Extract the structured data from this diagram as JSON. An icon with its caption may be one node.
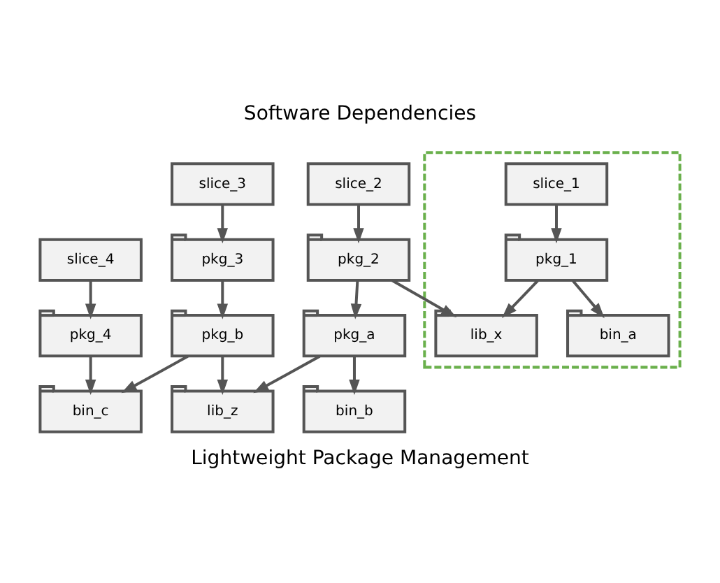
{
  "diagram": {
    "title": "Software Dependencies",
    "caption": "Lightweight Package Management",
    "nodes": [
      {
        "text": [],
        "shape": "box"
      },
      {
        "text": [
          "slice_1"
        ],
        "in": 0
      },
      {
        "text": [
          "slice_2"
        ]
      },
      {
        "text": [
          "slice_3"
        ]
      },
      {
        "text": [
          "slice_4"
        ]
      },
      {
        "text": [
          "pkg_1"
        ],
        "in": 0
      },
      {
        "text": [
          "pkg_2"
        ]
      },
      {
        "text": [
          "pkg_3"
        ]
      },
      {
        "text": [
          "pkg_4"
        ]
      },
      {
        "text": [
          "pkg_a"
        ]
      },
      {
        "text": [
          "pkg_b"
        ]
      },
      {
        "text": [
          "bin_a"
        ],
        "in": 0
      },
      {
        "text": [
          "lib_x"
        ],
        "in": 0
      },
      {
        "text": [
          "bin_b"
        ]
      },
      {
        "text": [
          "lib_z"
        ]
      },
      {
        "text": [
          "bin_c"
        ]
      }
    ],
    "edges": [
      {
        "from": 1,
        "to": 5,
        "arrow": "to"
      },
      {
        "from": 2,
        "to": 6,
        "arrow": "to"
      },
      {
        "from": 3,
        "to": 7,
        "arrow": "to"
      },
      {
        "from": 4,
        "to": 8,
        "arrow": "to"
      },
      {
        "from": 5,
        "to": 11,
        "arrow": "to"
      },
      {
        "from": 5,
        "to": 12,
        "arrow": "to"
      },
      {
        "from": 6,
        "to": 12,
        "arrow": "to"
      },
      {
        "from": 6,
        "to": 9,
        "arrow": "to"
      },
      {
        "from": 7,
        "to": 10,
        "arrow": "to"
      },
      {
        "from": 9,
        "to": 13,
        "arrow": "to"
      },
      {
        "from": 9,
        "to": 14,
        "arrow": "to"
      },
      {
        "from": 10,
        "to": 14,
        "arrow": "to"
      },
      {
        "from": 10,
        "to": 15,
        "arrow": "to"
      },
      {
        "from": 8,
        "to": 15,
        "arrow": "to"
      }
    ]
  }
}
